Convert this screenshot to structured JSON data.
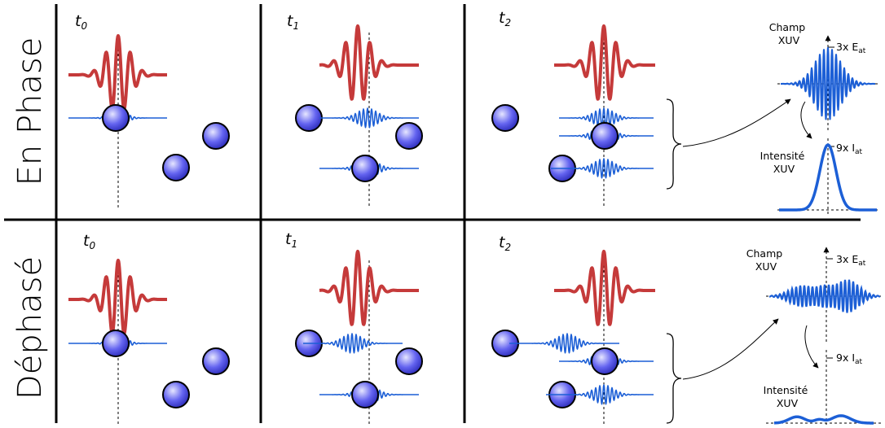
{
  "rows": [
    {
      "label": "En Phase",
      "frames": [
        {
          "t": "t",
          "sub": "0"
        },
        {
          "t": "t",
          "sub": "1"
        },
        {
          "t": "t",
          "sub": "2"
        }
      ],
      "field_label": [
        "Champ",
        "XUV"
      ],
      "field_scale": "3x E",
      "field_scale_sub": "at",
      "intensity_label": [
        "Intensité",
        "XUV"
      ],
      "intensity_scale": "9x I",
      "intensity_scale_sub": "at"
    },
    {
      "label": "Déphasé",
      "frames": [
        {
          "t": "t",
          "sub": "0"
        },
        {
          "t": "t",
          "sub": "1"
        },
        {
          "t": "t",
          "sub": "2"
        }
      ],
      "field_label": [
        "Champ",
        "XUV"
      ],
      "field_scale": "3x E",
      "field_scale_sub": "at",
      "intensity_label": [
        "Intensité",
        "XUV"
      ],
      "intensity_scale": "9x I",
      "intensity_scale_sub": "at"
    }
  ],
  "colors": {
    "laser": "#c53a3a",
    "xuv": "#1c5fd6",
    "atom_fill": "#6a6af2",
    "atom_light": "#d8d8ff",
    "grid": "#000000"
  }
}
